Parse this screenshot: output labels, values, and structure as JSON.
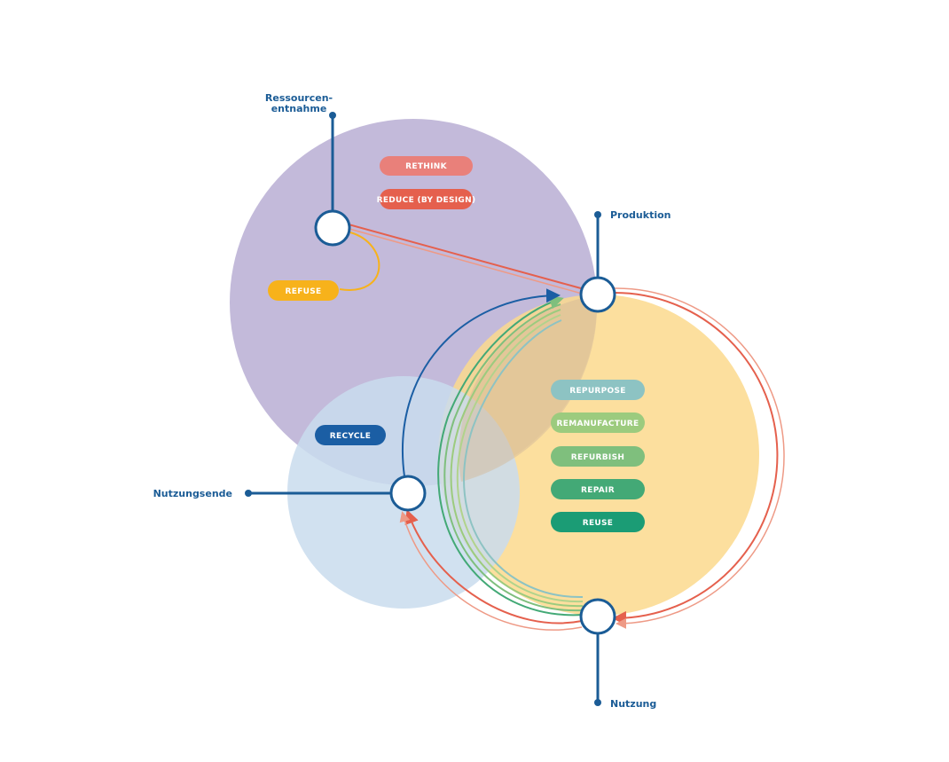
{
  "nodes": {
    "ressourcen_line1": "Ressourcen-",
    "ressourcen_line2": "entnahme",
    "produktion": "Produktion",
    "nutzungsende": "Nutzungsende",
    "nutzung": "Nutzung"
  },
  "strategies": {
    "rethink": "RETHINK",
    "reduce": "REDUCE (BY DESIGN)",
    "refuse": "REFUSE",
    "recycle": "RECYCLE",
    "repurpose": "REPURPOSE",
    "remanufacture": "REMANUFACTURE",
    "refurbish": "REFURBISH",
    "repair": "REPAIR",
    "reuse": "REUSE"
  },
  "colors": {
    "purple_circle": "#b9aed3",
    "yellow_circle": "#fbd98d",
    "blue_circle": "#c9dced",
    "node_stroke": "#1b5c96",
    "rethink": "#e9807a",
    "reduce": "#e5604d",
    "refuse": "#f7b21b",
    "recycle": "#1b5ea4",
    "repurpose": "#8dc3c3",
    "remanufacture": "#9ccb7e",
    "refurbish": "#7fbf7d",
    "repair": "#43a976",
    "reuse": "#1b9c75"
  }
}
